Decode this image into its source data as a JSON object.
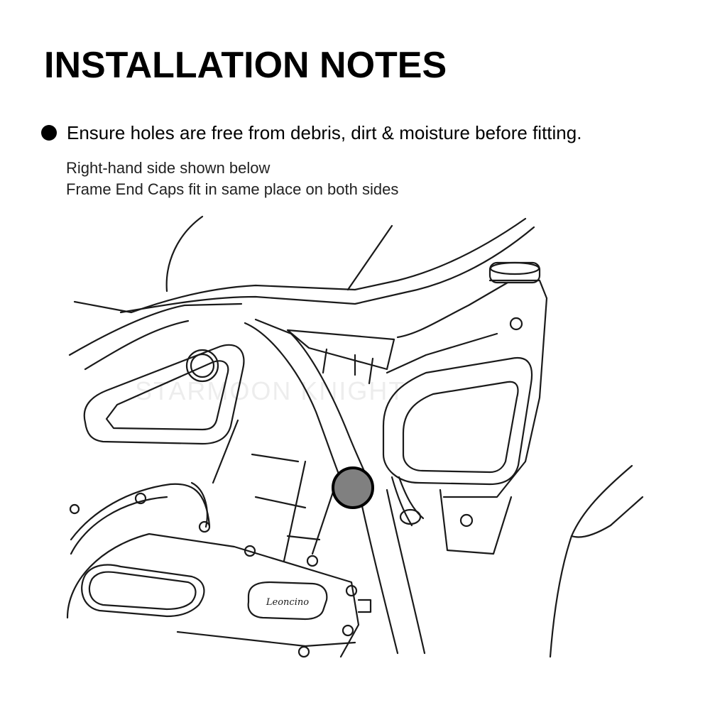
{
  "heading": "INSTALLATION NOTES",
  "bullet": {
    "icon": "filled-circle-bullet-icon",
    "text": "Ensure holes are free from debris, dirt & moisture before fitting."
  },
  "notes": [
    "Right-hand side shown below",
    "Frame End Caps fit in same place on both sides"
  ],
  "diagram": {
    "brand_emblem": "Leoncino",
    "watermark": "STARMOON KNIGHT",
    "highlight_color": "#808080",
    "line_color": "#1a1a1a"
  }
}
